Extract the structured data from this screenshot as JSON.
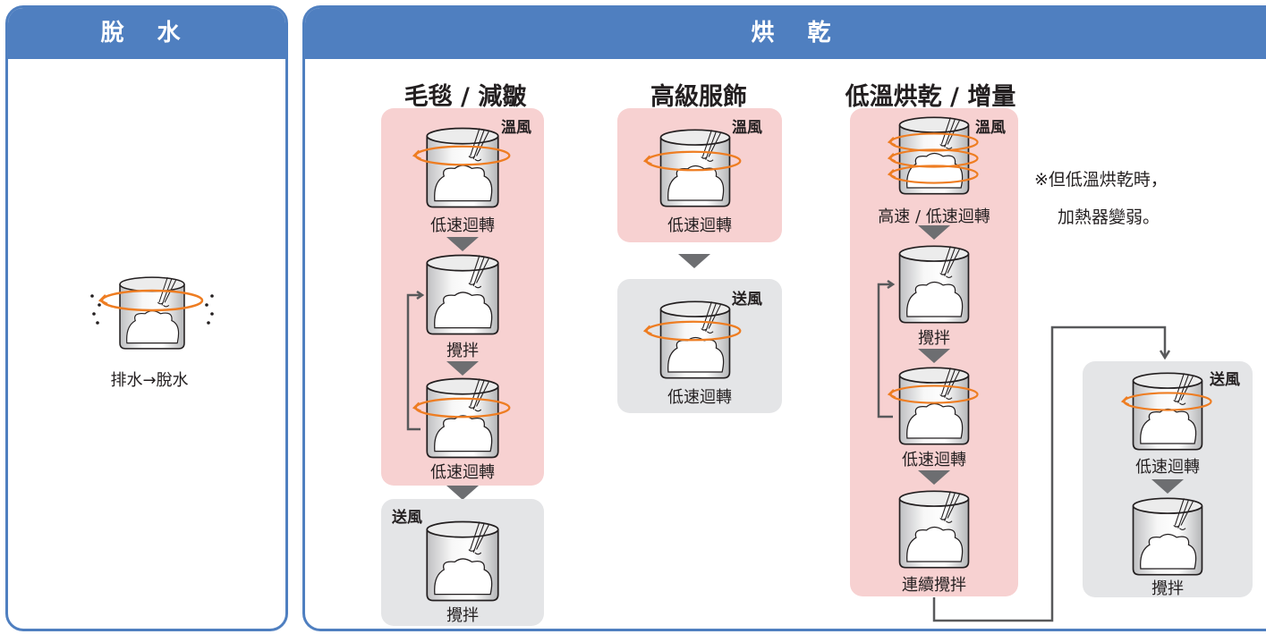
{
  "spin": {
    "title": "脫 水",
    "caption": "排水→脫水"
  },
  "dry": {
    "title": "烘 乾",
    "courses": [
      {
        "heading": "毛毯 / 減皺",
        "warm_tag": "溫風",
        "steps": [
          "低速迴轉",
          "攪拌",
          "低速迴轉"
        ],
        "cool_tag": "送風",
        "cool_steps": [
          "攪拌"
        ]
      },
      {
        "heading": "高級服飾",
        "warm_tag": "溫風",
        "steps": [
          "低速迴轉"
        ],
        "cool_tag": "送風",
        "cool_steps": [
          "低速迴轉"
        ]
      },
      {
        "heading": "低溫烘乾 / 增量",
        "warm_tag": "溫風",
        "steps": [
          "高速 / 低速迴轉",
          "攪拌",
          "低速迴轉",
          "連續攪拌"
        ],
        "cool_tag": "送風",
        "cool_steps": [
          "低速迴轉",
          "攪拌"
        ]
      }
    ],
    "note_line1": "※但低溫烘乾時，",
    "note_line2": "加熱器變弱。"
  },
  "colors": {
    "header_blue": "#4f7fc0",
    "warm_air_pink": "#f7d1d1",
    "fan_air_gray": "#e4e5e7",
    "rotation_orange": "#ee7d22",
    "arrow_gray": "#6d6e71"
  }
}
